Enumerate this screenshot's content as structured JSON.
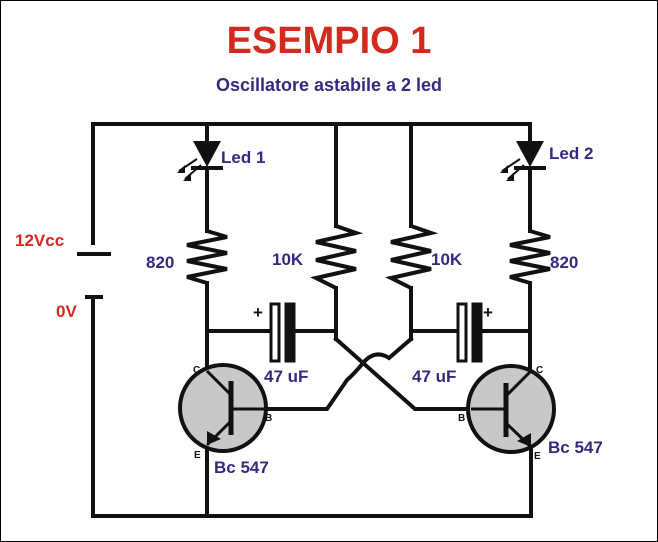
{
  "title": "ESEMPIO 1",
  "subtitle": "Oscillatore astabile a 2 led",
  "colors": {
    "title": "#d42a1e",
    "subtitle": "#3a2780",
    "label": "#3a2780",
    "supply_label": "#d42a1e",
    "wire": "#111111",
    "transistor_fill": "#c8c8c8"
  },
  "labels": {
    "led1": "Led 1",
    "led2": "Led 2",
    "r_left": "820",
    "r_right": "820",
    "r_mid_left": "10K",
    "r_mid_right": "10K",
    "cap_left": "47 uF",
    "cap_right": "47 uF",
    "plus": "+",
    "vcc": "12Vcc",
    "gnd": "0V",
    "pin_c": "C",
    "pin_b": "B",
    "pin_e": "E",
    "transistor_left": "Bc 547",
    "transistor_right": "Bc 547"
  }
}
